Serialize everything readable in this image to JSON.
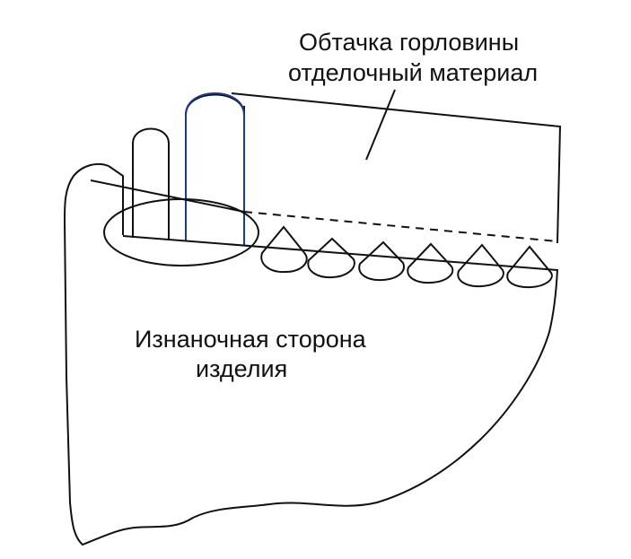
{
  "labels": {
    "facing_line1": "Обтачка горловины",
    "facing_line2": "отделочный материал",
    "wrong_side_line1": "Изнаночная сторона",
    "wrong_side_line2": "изделия"
  },
  "colors": {
    "outline": "#111111",
    "highlight_seam": "#1a3c8c",
    "background": "#ffffff"
  }
}
